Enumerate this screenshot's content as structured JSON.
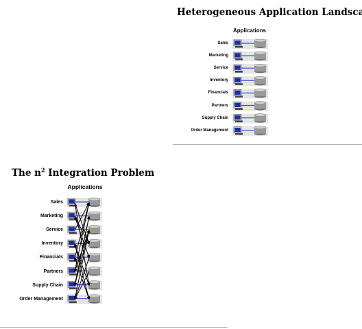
{
  "slide1": {
    "title": "Heterogeneous Application Landscape",
    "apps_heading": "Applications",
    "applications": [
      "Sales",
      "Marketing",
      "Service",
      "Inventory",
      "Financials",
      "Partners",
      "Supply Chain",
      "Order Management"
    ]
  },
  "slide2": {
    "title_prefix": "The n",
    "title_sup": "2",
    "title_suffix": " Integration Problem",
    "apps_heading": "Applications",
    "applications": [
      "Sales",
      "Marketing",
      "Service",
      "Inventory",
      "Financials",
      "Partners",
      "Supply Chain",
      "Order Management"
    ]
  },
  "colors": {
    "monitor_screen": "#1a2fa8",
    "link_line": "#3a52c8",
    "db_body": "#9a9a9a",
    "arrow": "#000000",
    "divider": "#b0b0b0"
  },
  "icons": [
    "computer-icon",
    "database-icon"
  ]
}
